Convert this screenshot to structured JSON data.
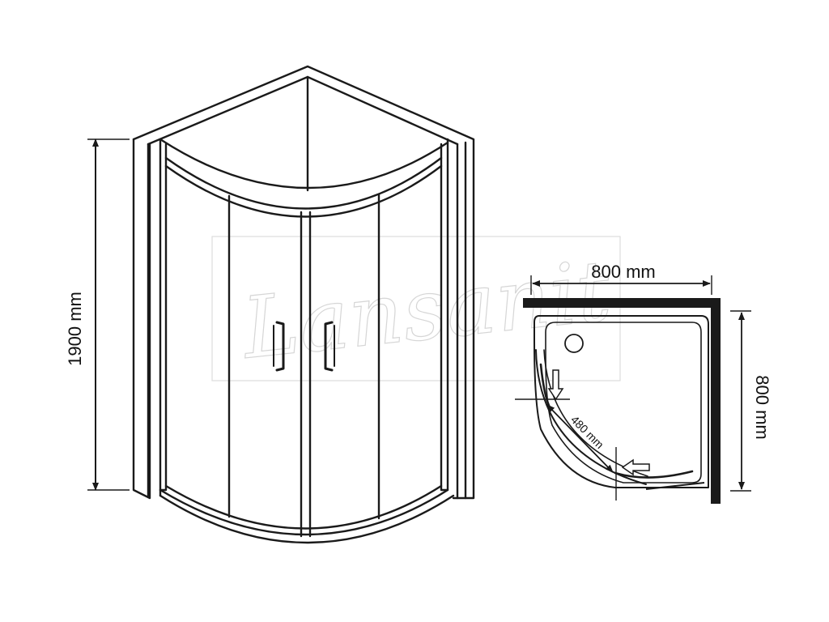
{
  "dimensions": {
    "height": "1900 mm",
    "width": "800 mm",
    "depth": "800 mm",
    "door_opening": "480 mm"
  },
  "watermark": {
    "text": "Lansanit"
  },
  "colors": {
    "line": "#1a1a1a",
    "watermark": "#d6d6d6",
    "background": "#ffffff"
  }
}
